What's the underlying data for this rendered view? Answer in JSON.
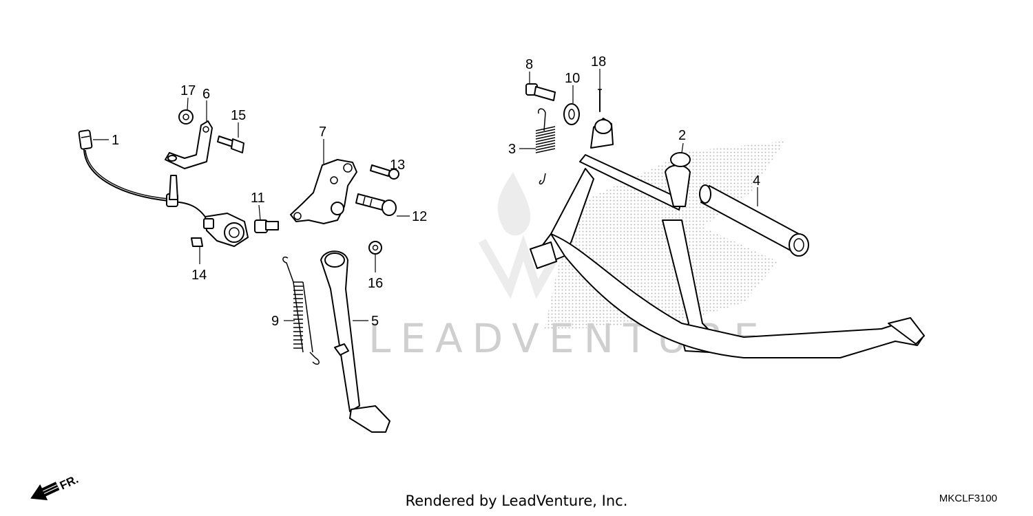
{
  "callouts": [
    "1",
    "2",
    "3",
    "4",
    "5",
    "6",
    "7",
    "8",
    "9",
    "10",
    "11",
    "12",
    "13",
    "14",
    "15",
    "16",
    "17",
    "18"
  ],
  "front_marker": "FR.",
  "watermark": "LEADVENTURE",
  "footer_text": "Rendered by LeadVenture, Inc.",
  "diagram_code": "MKCLF3100",
  "colors": {
    "ink": "#000000",
    "watermark": "#cfcfcf",
    "background": "#ffffff"
  }
}
